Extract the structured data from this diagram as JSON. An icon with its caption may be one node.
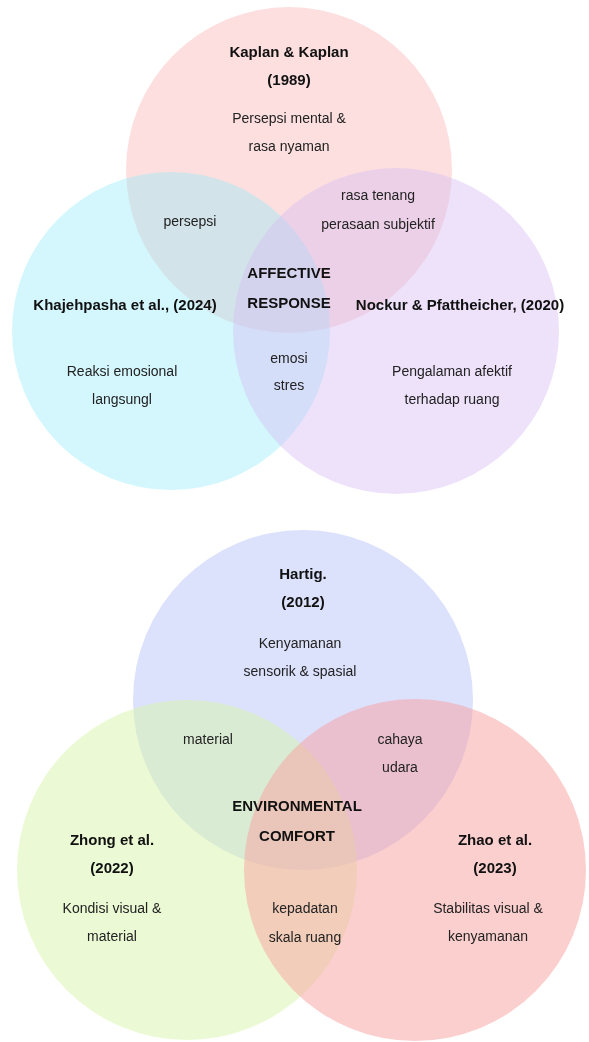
{
  "diagram": {
    "nodes": [
      {
        "text": [
          "Kaplan & Kaplan (1989)",
          "Persepsi mental & rasa nyaman"
        ]
      },
      {
        "text": [
          "Khajehpasha et al., (2024)",
          "Reaksi emosional langsungl"
        ]
      },
      {
        "text": [
          "Nockur & Pfattheicher, (2020)",
          "Pengalaman afektif terhadap ruang"
        ]
      },
      {
        "text": [
          "Hartig. (2012)",
          "Kenyamanan sensorik & spasial"
        ]
      },
      {
        "text": [
          "Zhong et al. (2022)",
          "Kondisi visual & material"
        ]
      },
      {
        "text": [
          "Zhao et al. (2023)",
          "Stabilitas visual & kenyamanan"
        ]
      }
    ],
    "edges": [],
    "labels": [
      "rasa tenang",
      "persepsi",
      "perasaan subjektif",
      "AFFECTIVE RESPONSE",
      "emosi",
      "stres",
      "material",
      "cahaya",
      "udara",
      "ENVIRONMENTAL COMFORT",
      "kepadatan",
      "skala ruang"
    ]
  }
}
